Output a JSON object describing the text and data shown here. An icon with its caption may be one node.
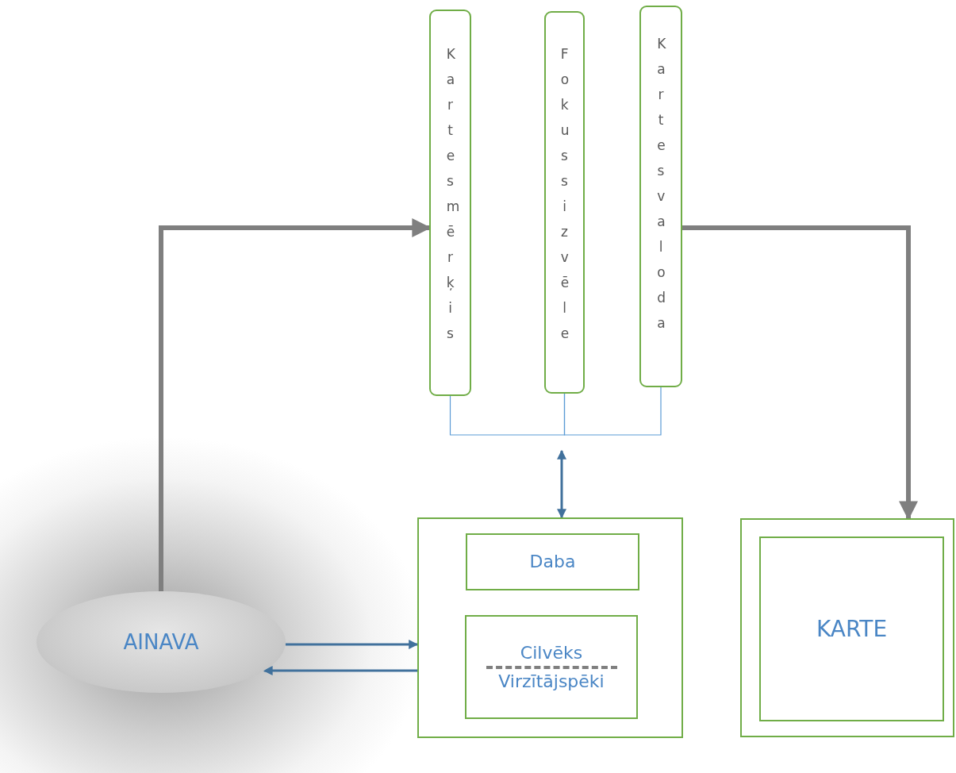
{
  "diagram": {
    "nodes": [
      {
        "text": [
          "Kartes mērķis"
        ]
      },
      {
        "text": [
          "Fokuss izvēle"
        ]
      },
      {
        "text": [
          "Kartes valoda"
        ]
      },
      {
        "text": [],
        "shape": "box"
      },
      {
        "text": [
          "Daba"
        ],
        "in": 3
      },
      {
        "text": [
          "Cilvēks",
          "Virzītājspēki"
        ],
        "in": 3
      },
      {
        "text": [],
        "shape": "box"
      },
      {
        "text": [
          "KARTE"
        ],
        "in": 6
      },
      {
        "text": [
          "AINAVA"
        ]
      }
    ],
    "edges": [
      {
        "from": 8,
        "to": 0,
        "arrow": "to",
        "style": "thick"
      },
      {
        "from": 2,
        "to": 6,
        "arrow": "to",
        "style": "thick"
      },
      {
        "from": 0,
        "to": 1,
        "arrow": "none",
        "color": "#5b9bd5"
      },
      {
        "from": 1,
        "to": 2,
        "arrow": "none",
        "color": "#5b9bd5"
      },
      {
        "from": null,
        "to": 3,
        "arrow": "both",
        "color": "#41719c"
      },
      {
        "from": 8,
        "to": 3,
        "arrow": "to",
        "color": "#41719c"
      },
      {
        "from": 3,
        "to": 8,
        "arrow": "to",
        "color": "#41719c"
      }
    ]
  }
}
